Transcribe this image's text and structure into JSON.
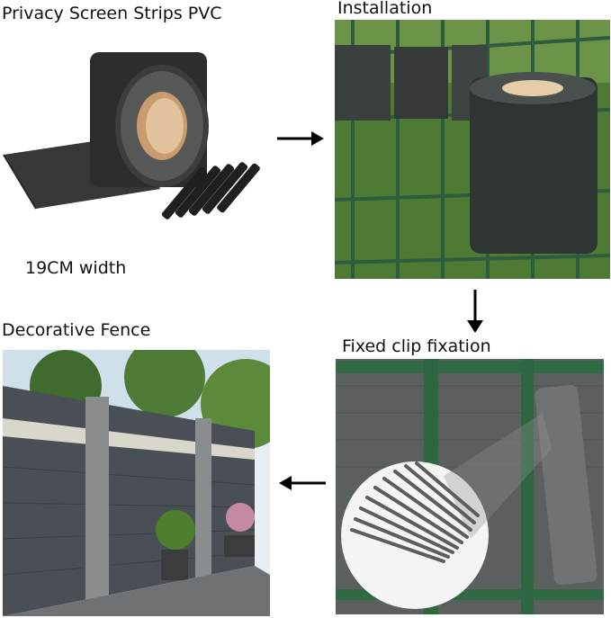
{
  "product": {
    "title": "Privacy Screen Strips PVC",
    "width_note": "19CM width"
  },
  "steps": {
    "installation": "Installation",
    "clip_fixation": "Fixed clip fixation",
    "result": "Decorative Fence"
  },
  "colors": {
    "strip": "#3a3d3c",
    "fence_green": "#2f6a45",
    "foliage": "#5b8a3a",
    "core": "#d8b48a"
  },
  "icons": [
    "arrow-right-icon",
    "arrow-down-icon",
    "arrow-left-icon"
  ]
}
